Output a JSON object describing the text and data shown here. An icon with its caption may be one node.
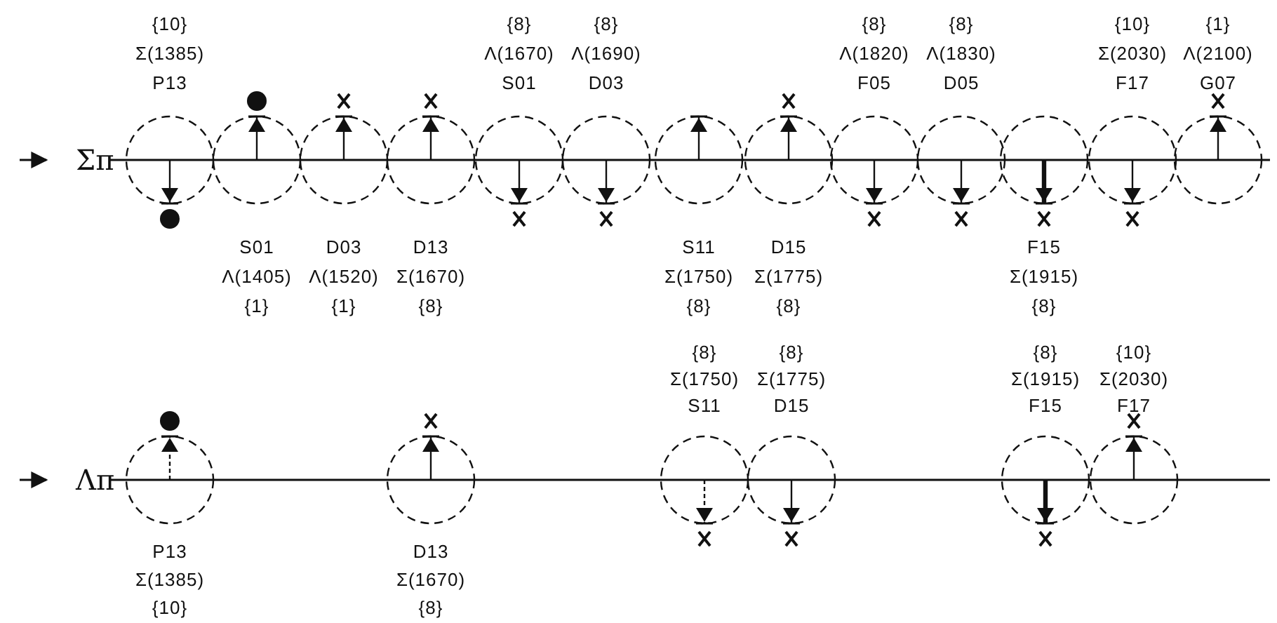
{
  "diagram": {
    "labels": [
      "{10}",
      "Σ(1385)",
      "P13",
      "{8}",
      "Λ(1670)",
      "S01",
      "{8}",
      "Λ(1690)",
      "D03",
      "{8}",
      "Λ(1820)",
      "F05",
      "{8}",
      "Λ(1830)",
      "D05",
      "{10}",
      "Σ(2030)",
      "F17",
      "{1}",
      "Λ(2100)",
      "G07",
      "Σπ",
      "S01",
      "Λ(1405)",
      "{1}",
      "D03",
      "Λ(1520)",
      "{1}",
      "D13",
      "Σ(1670)",
      "{8}",
      "S11",
      "Σ(1750)",
      "{8}",
      "D15",
      "Σ(1775)",
      "{8}",
      "F15",
      "Σ(1915)",
      "{8}",
      "{8}",
      "Σ(1750)",
      "S11",
      "{8}",
      "Σ(1775)",
      "D15",
      "{8}",
      "Σ(1915)",
      "F15",
      "{10}",
      "Σ(2030)",
      "F17",
      "Λπ",
      "P13",
      "Σ(1385)",
      "{10}",
      "D13",
      "Σ(1670)",
      "{8}"
    ]
  }
}
